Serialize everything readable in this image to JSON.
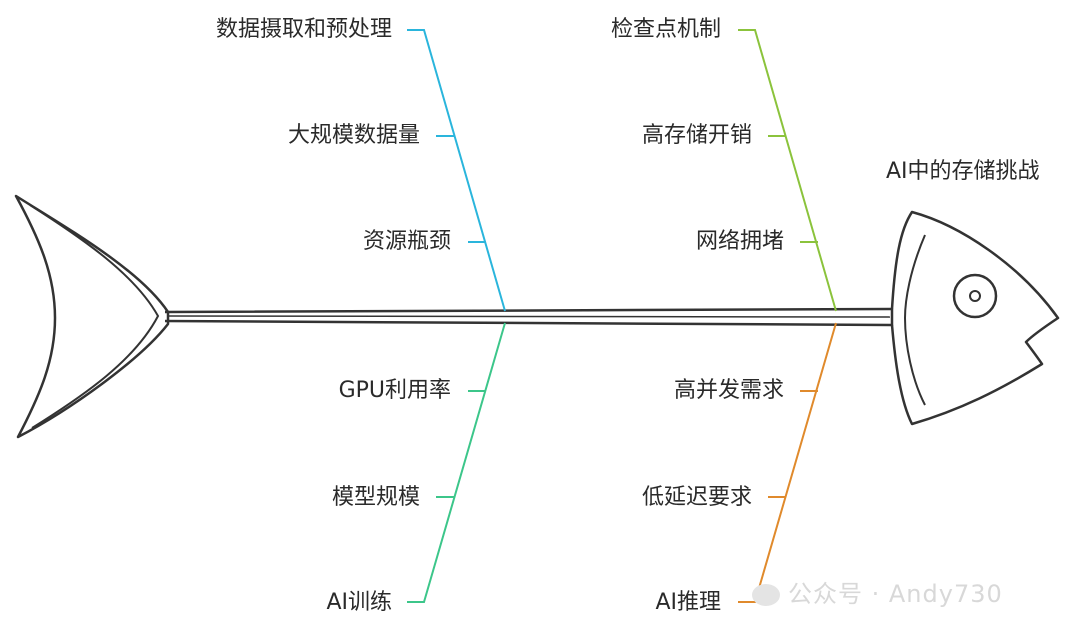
{
  "problem": "AI中的存储挑战",
  "branches": [
    {
      "title": "AI训练",
      "color": "#2ab5dc",
      "causes": [
        "数据摄取和预处理",
        "大规模数据量",
        "资源瓶颈"
      ]
    },
    {
      "title": "AI推理",
      "color": "#8bc33c",
      "causes": [
        "检查点机制",
        "高存储开销",
        "网络拥堵"
      ]
    },
    {
      "title": "",
      "color": "#3cc68a",
      "causes": [
        "GPU利用率",
        "模型规模"
      ]
    },
    {
      "title": "",
      "color": "#e08a2c",
      "causes": [
        "高并发需求",
        "低延迟要求"
      ]
    }
  ],
  "watermark": "公众号 · Andy730"
}
